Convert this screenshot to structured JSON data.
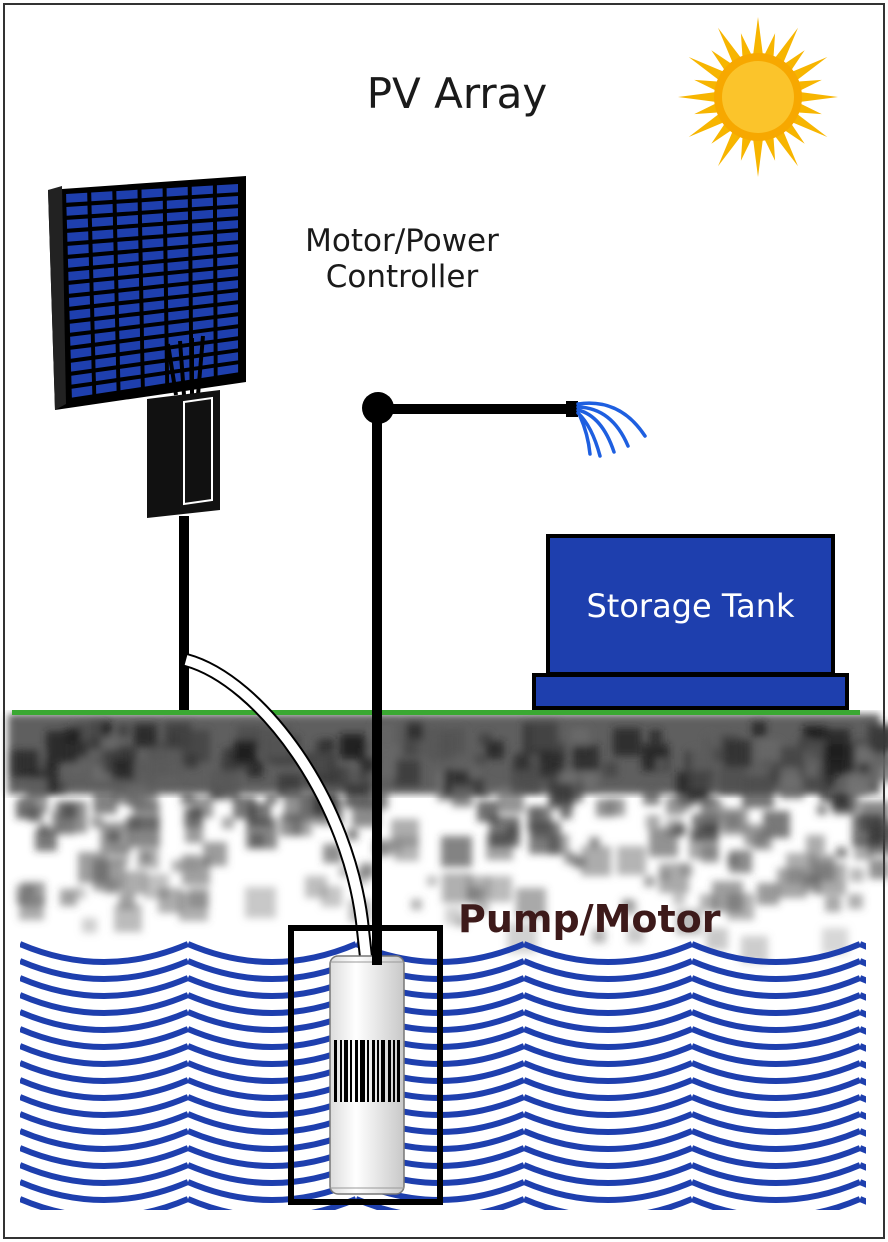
{
  "labels": {
    "title": "PV Array",
    "controller": "Motor/Power Controller",
    "tank": "Storage Tank",
    "pump": "Pump/Motor"
  },
  "icons": [
    "sun-icon",
    "solar-panel-icon",
    "controller-box-icon",
    "water-spray-icon",
    "storage-tank-icon",
    "pump-motor-icon"
  ],
  "colors": {
    "panel_cell": "#1e3fae",
    "tank": "#1e3fae",
    "ground_line": "#3aa832",
    "water": "#1e3fae",
    "sun": "#f7b500",
    "pump_label": "#3d1a1a"
  }
}
